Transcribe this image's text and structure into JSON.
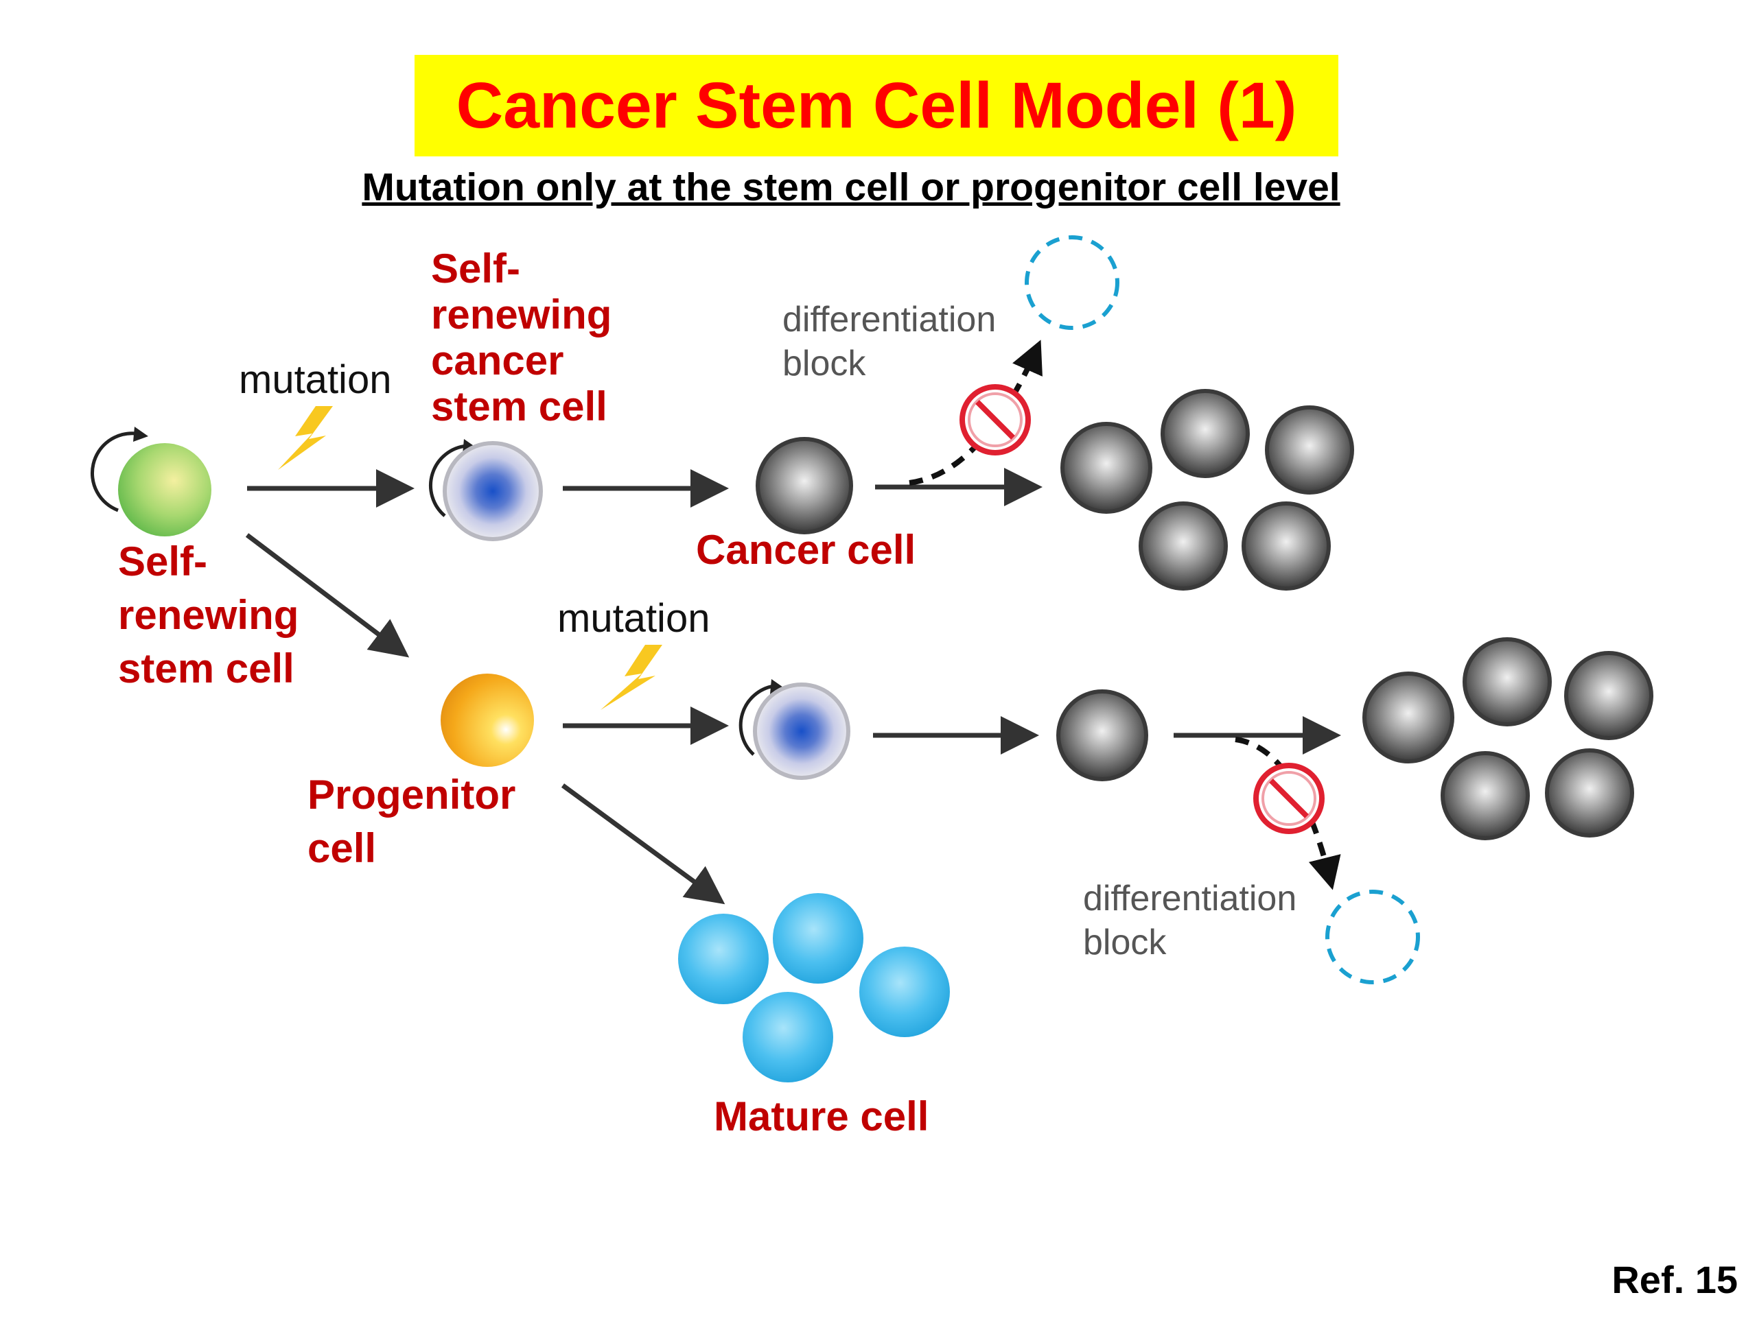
{
  "title": "Cancer Stem Cell Model (1)",
  "subtitle": "Mutation only at the stem cell or progenitor cell level",
  "labels": {
    "self_renewing_cancer_stem_cell": [
      "Self-",
      "renewing",
      "cancer",
      "stem cell"
    ],
    "self_renewing_stem_cell": [
      "Self-",
      "renewing",
      "stem cell"
    ],
    "progenitor_cell": [
      "Progenitor",
      "cell"
    ],
    "cancer_cell": "Cancer cell",
    "mature_cell": "Mature cell",
    "mutation_top": "mutation",
    "mutation_bottom": "mutation",
    "differentiation_block_top": [
      "differentiation",
      "block"
    ],
    "differentiation_block_bottom": [
      "differentiation",
      "block"
    ]
  },
  "reference": "Ref. 15",
  "colors": {
    "title_text": "#ff0000",
    "title_background": "#ffff00",
    "label_red": "#c00000",
    "stem_cell": "#6cc040",
    "progenitor": "#f0a010",
    "cancer_cell": "#3a3a3a",
    "mature_cell": "#30b0e8",
    "dashed_circle": "#1aa0d0",
    "block_sign": "#e02030"
  }
}
